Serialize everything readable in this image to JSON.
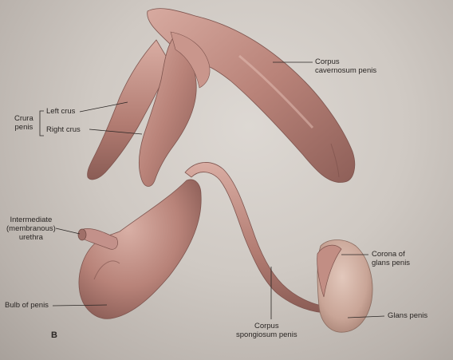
{
  "figure": {
    "panel_letter": "B",
    "labels": {
      "corpus_cavernosum": [
        "Corpus",
        "cavernosum penis"
      ],
      "crura": [
        "Crura",
        "penis"
      ],
      "left_crus": "Left crus",
      "right_crus": "Right crus",
      "intermediate_urethra": [
        "Intermediate",
        "(membranous)",
        "urethra"
      ],
      "bulb": "Bulb of penis",
      "corpus_spongiosum": [
        "Corpus",
        "spongiosum penis"
      ],
      "corona": [
        "Corona of",
        "glans penis"
      ],
      "glans": "Glans penis"
    }
  }
}
